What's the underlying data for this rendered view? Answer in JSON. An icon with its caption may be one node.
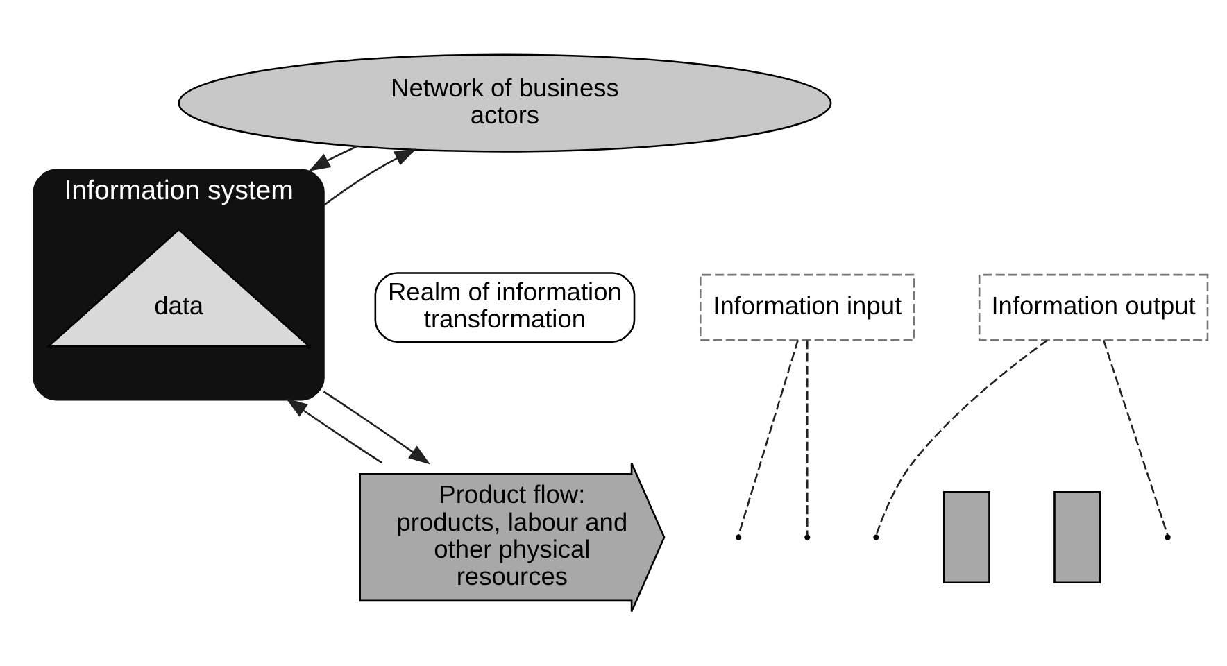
{
  "diagram": {
    "nodes": [
      {
        "text": [
          "Network of business actors"
        ]
      },
      {
        "text": [
          "Information system"
        ]
      },
      {
        "text": [
          "data"
        ],
        "in": 1
      },
      {
        "text": [
          "Information input"
        ]
      },
      {
        "text": [
          "Information output"
        ]
      },
      {
        "text": [
          "Realm of information transformation"
        ]
      },
      {
        "text": [],
        "shape": "bar"
      },
      {
        "text": [],
        "shape": "bar"
      },
      {
        "text": [
          "Product flow: products, labour and other physical resources"
        ]
      }
    ],
    "edges": [
      {
        "from": 0,
        "to": 1,
        "arrow": "to"
      },
      {
        "from": 1,
        "to": 0,
        "arrow": "to"
      },
      {
        "from": 8,
        "to": 1,
        "arrow": "to"
      },
      {
        "from": 1,
        "to": 8,
        "arrow": "to"
      },
      {
        "from": 3,
        "to": null,
        "arrow": "none",
        "style": "dashed"
      },
      {
        "from": 3,
        "to": null,
        "arrow": "none",
        "style": "dashed"
      },
      {
        "from": 4,
        "to": null,
        "arrow": "none",
        "style": "dashed"
      },
      {
        "from": 4,
        "to": null,
        "arrow": "none",
        "style": "dashed"
      }
    ]
  }
}
